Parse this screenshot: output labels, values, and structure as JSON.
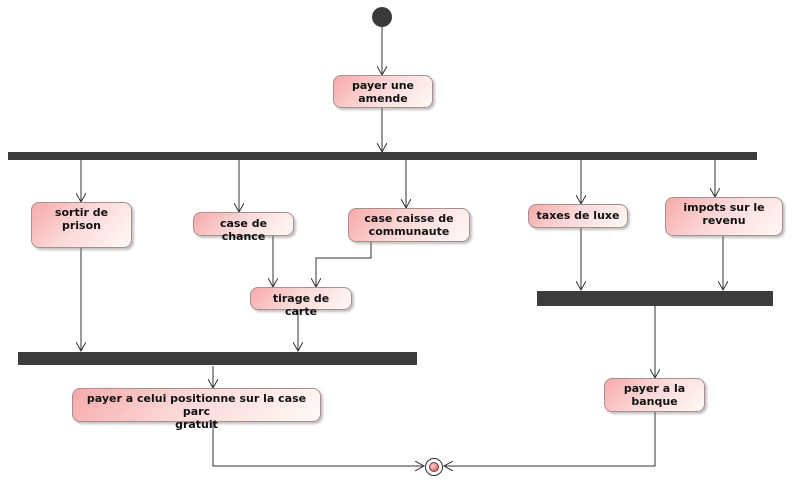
{
  "nodes": {
    "payer_amende": "payer une\namende",
    "sortir_prison": "sortir de\nprison",
    "case_chance": "case de chance",
    "caisse_communaute": "case caisse de\ncommunaute",
    "taxes_luxe": "taxes de luxe",
    "impots_revenu": "impots sur le\nrevenu",
    "tirage_carte": "tirage de carte",
    "payer_parc": "payer  a celui positionne sur la case parc\ngratuit",
    "payer_banque": "payer a la\nbanque"
  },
  "colors": {
    "node_fill_start": "#f7a9a9",
    "node_fill_end": "#fffaf6",
    "bar": "#3c3c3c",
    "edge": "#333333"
  }
}
